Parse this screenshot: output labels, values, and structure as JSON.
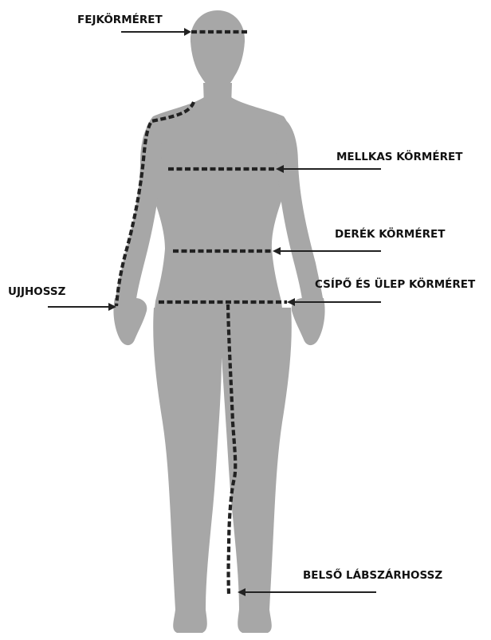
{
  "colors": {
    "figure": "#a7a7a7",
    "line": "#222222",
    "text": "#111111"
  },
  "labels": {
    "head": "FEJKÖRMÉRET",
    "chest": "MELLKAS KÖRMÉRET",
    "waist": "DERÉK KÖRMÉRET",
    "hip": "CSÍPŐ ÉS ÜLEP KÖRMÉRET",
    "sleeve": "UJJHOSSZ",
    "inseam": "BELSŐ LÁBSZÁRHOSSZ"
  }
}
